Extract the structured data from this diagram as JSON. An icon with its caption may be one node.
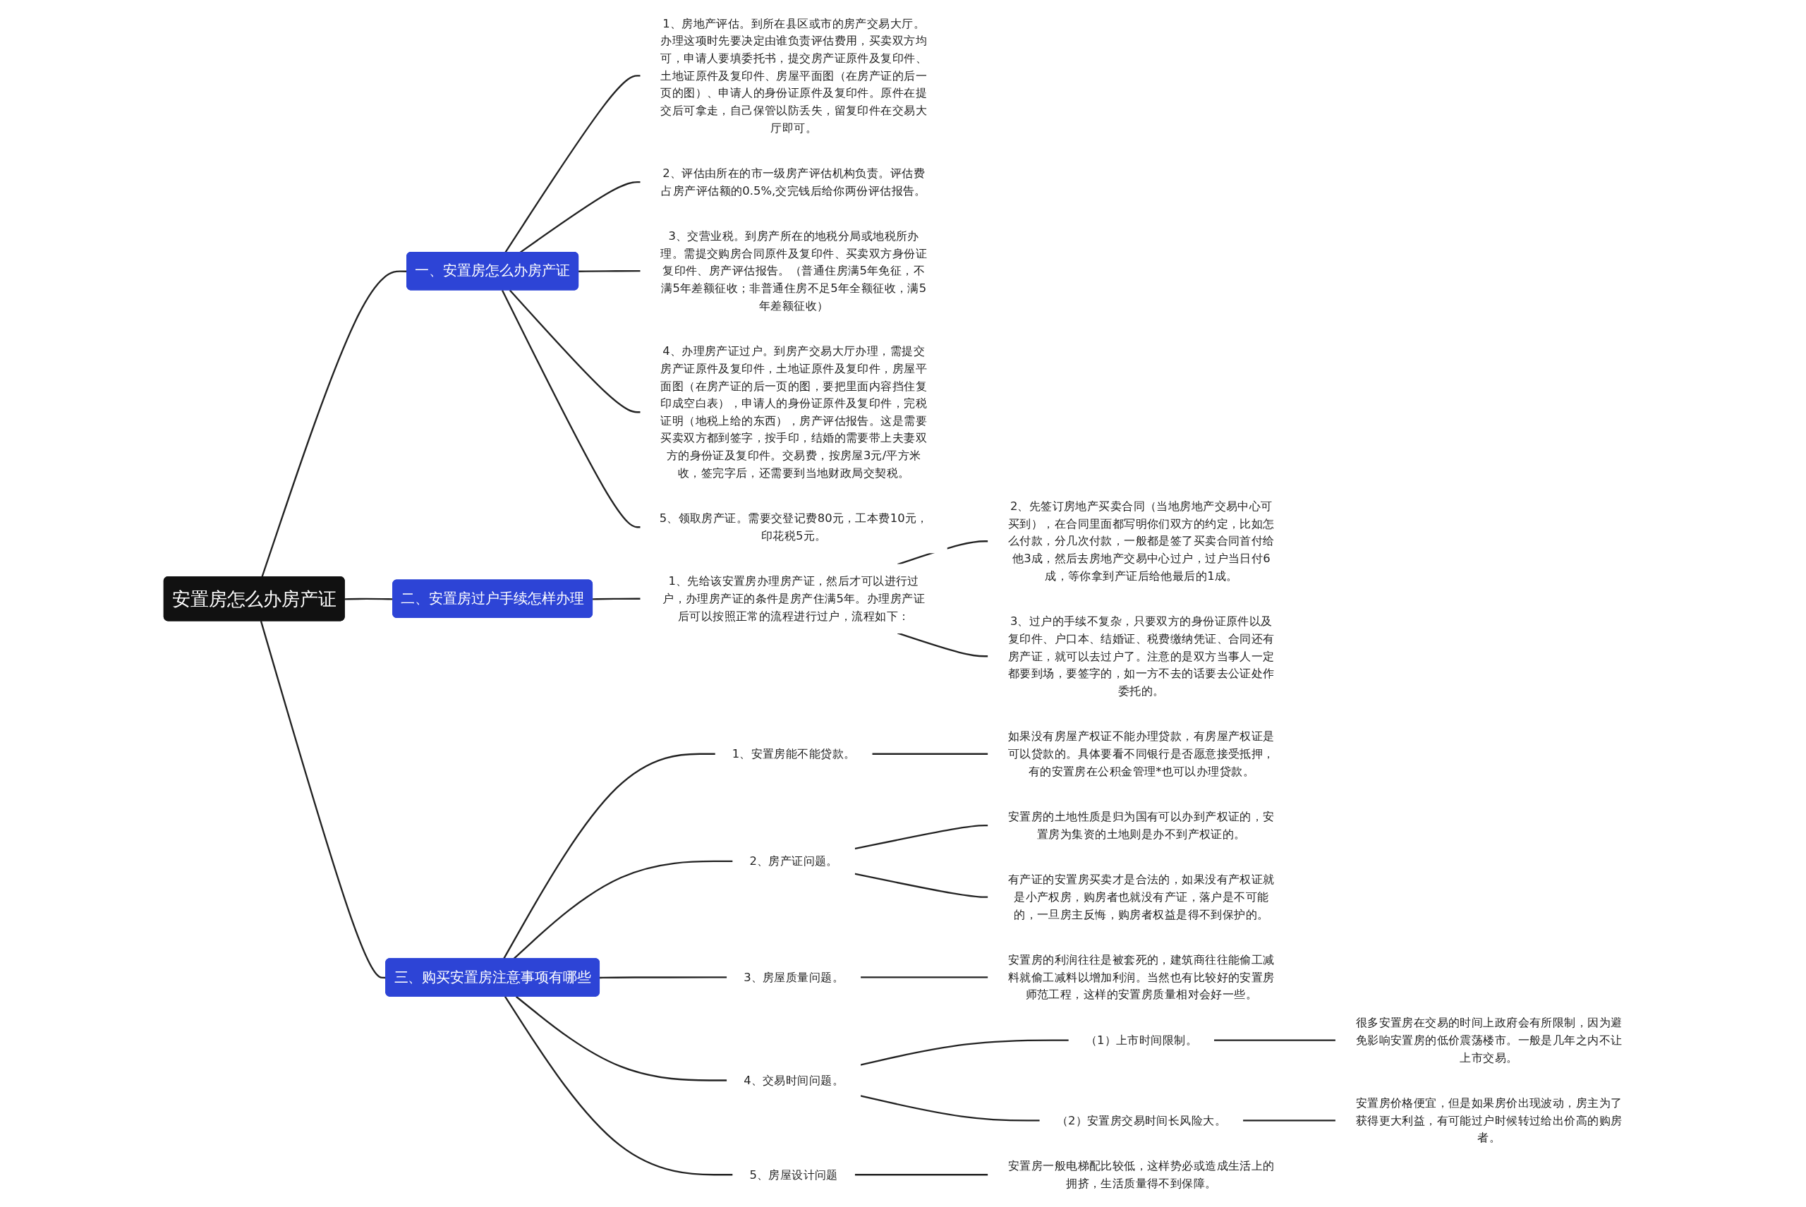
{
  "diagram": {
    "nodes": [
      {
        "text": [
          "安置房怎么办房产证"
        ]
      },
      {
        "text": [
          "一、安置房怎么办房产证"
        ]
      },
      {
        "text": [
          "1、房地产评估。到所在县区或市的房产交易大厅。办理这项时先要决定由谁负责评估费用，买卖双方均可，申请人要填委托书，提交房产证原件及复印件、土地证原件及复印件、房屋平面图（在房产证的后一页的图）、申请人的身份证原件及复印件。原件在提交后可拿走，自己保管以防丢失，留复印件在交易大厅即可。"
        ]
      },
      {
        "text": [
          "2、评估由所在的市一级房产评估机构负责。评估费占房产评估额的0.5%,交完钱后给你两份评估报告。"
        ]
      },
      {
        "text": [
          "3、交营业税。到房产所在的地税分局或地税所办理。需提交购房合同原件及复印件、买卖双方身份证复印件、房产评估报告。（普通住房满5年免征，不满5年差额征收；非普通住房不足5年全额征收，满5年差额征收）"
        ]
      },
      {
        "text": [
          "4、办理房产证过户。到房产交易大厅办理，需提交房产证原件及复印件，土地证原件及复印件，房屋平面图（在房产证的后一页的图，要把里面内容挡住复印成空白表），申请人的身份证原件及复印件，完税证明（地税上给的东西），房产评估报告。这是需要买卖双方都到签字，按手印，结婚的需要带上夫妻双方的身份证及复印件。交易费，按房屋3元/平方米收，签完字后，还需要到当地财政局交契税。"
        ]
      },
      {
        "text": [
          "5、领取房产证。需要交登记费80元，工本费10元，印花税5元。"
        ]
      },
      {
        "text": [
          "二、安置房过户手续怎样办理"
        ]
      },
      {
        "text": [
          "1、先给该安置房办理房产证，然后才可以进行过户，办理房产证的条件是房产住满5年。办理房产证后可以按照正常的流程进行过户，流程如下："
        ]
      },
      {
        "text": [
          "2、先签订房地产买卖合同（当地房地产交易中心可买到），在合同里面都写明你们双方的约定，比如怎么付款，分几次付款，一般都是签了买卖合同首付给他3成，然后去房地产交易中心过户，过户当日付6成，等你拿到产证后给他最后的1成。"
        ]
      },
      {
        "text": [
          "3、过户的手续不复杂，只要双方的身份证原件以及复印件、户口本、结婚证、税费缴纳凭证、合同还有房产证，就可以去过户了。注意的是双方当事人一定都要到场，要签字的，如一方不去的话要去公证处作委托的。"
        ]
      },
      {
        "text": [
          "三、购买安置房注意事项有哪些"
        ]
      },
      {
        "text": [
          "1、安置房能不能贷款。"
        ]
      },
      {
        "text": [
          "如果没有房屋产权证不能办理贷款，有房屋产权证是可以贷款的。具体要看不同银行是否愿意接受抵押，有的安置房在公积金管理*也可以办理贷款。"
        ]
      },
      {
        "text": [
          "2、房产证问题。"
        ]
      },
      {
        "text": [
          "安置房的土地性质是归为国有可以办到产权证的，安置房为集资的土地则是办不到产权证的。"
        ]
      },
      {
        "text": [
          "有产证的安置房买卖才是合法的，如果没有产权证就是小产权房，购房者也就没有产证，落户是不可能的，一旦房主反悔，购房者权益是得不到保护的。"
        ]
      },
      {
        "text": [
          "3、房屋质量问题。"
        ]
      },
      {
        "text": [
          "安置房的利润往往是被套死的，建筑商往往能偷工减料就偷工减料以增加利润。当然也有比较好的安置房师范工程，这样的安置房质量相对会好一些。"
        ]
      },
      {
        "text": [
          "4、交易时间问题。"
        ]
      },
      {
        "text": [
          "（1）上市时间限制。"
        ]
      },
      {
        "text": [
          "很多安置房在交易的时间上政府会有所限制，因为避免影响安置房的低价震荡楼市。一般是几年之内不让上市交易。"
        ]
      },
      {
        "text": [
          "（2）安置房交易时间长风险大。"
        ]
      },
      {
        "text": [
          "安置房价格便宜，但是如果房价出现波动，房主为了获得更大利益，有可能过户时候转过给出价高的购房者。"
        ]
      },
      {
        "text": [
          "5、房屋设计问题"
        ]
      },
      {
        "text": [
          "安置房一般电梯配比较低，这样势必或造成生活上的拥挤，生活质量得不到保障。"
        ]
      }
    ],
    "edges": [
      {
        "from": 0,
        "to": 1,
        "arrow": "none"
      },
      {
        "from": 1,
        "to": 2,
        "arrow": "none"
      },
      {
        "from": 1,
        "to": 3,
        "arrow": "none"
      },
      {
        "from": 1,
        "to": 4,
        "arrow": "none"
      },
      {
        "from": 1,
        "to": 5,
        "arrow": "none"
      },
      {
        "from": 1,
        "to": 6,
        "arrow": "none"
      },
      {
        "from": 0,
        "to": 7,
        "arrow": "none"
      },
      {
        "from": 7,
        "to": 8,
        "arrow": "none"
      },
      {
        "from": 8,
        "to": 9,
        "arrow": "none"
      },
      {
        "from": 8,
        "to": 10,
        "arrow": "none"
      },
      {
        "from": 0,
        "to": 11,
        "arrow": "none"
      },
      {
        "from": 11,
        "to": 12,
        "arrow": "none"
      },
      {
        "from": 12,
        "to": 13,
        "arrow": "none"
      },
      {
        "from": 11,
        "to": 14,
        "arrow": "none"
      },
      {
        "from": 14,
        "to": 15,
        "arrow": "none"
      },
      {
        "from": 14,
        "to": 16,
        "arrow": "none"
      },
      {
        "from": 11,
        "to": 17,
        "arrow": "none"
      },
      {
        "from": 17,
        "to": 18,
        "arrow": "none"
      },
      {
        "from": 11,
        "to": 19,
        "arrow": "none"
      },
      {
        "from": 19,
        "to": 20,
        "arrow": "none"
      },
      {
        "from": 20,
        "to": 21,
        "arrow": "none"
      },
      {
        "from": 19,
        "to": 22,
        "arrow": "none"
      },
      {
        "from": 22,
        "to": 23,
        "arrow": "none"
      },
      {
        "from": 11,
        "to": 24,
        "arrow": "none"
      },
      {
        "from": 24,
        "to": 25,
        "arrow": "none"
      }
    ]
  }
}
